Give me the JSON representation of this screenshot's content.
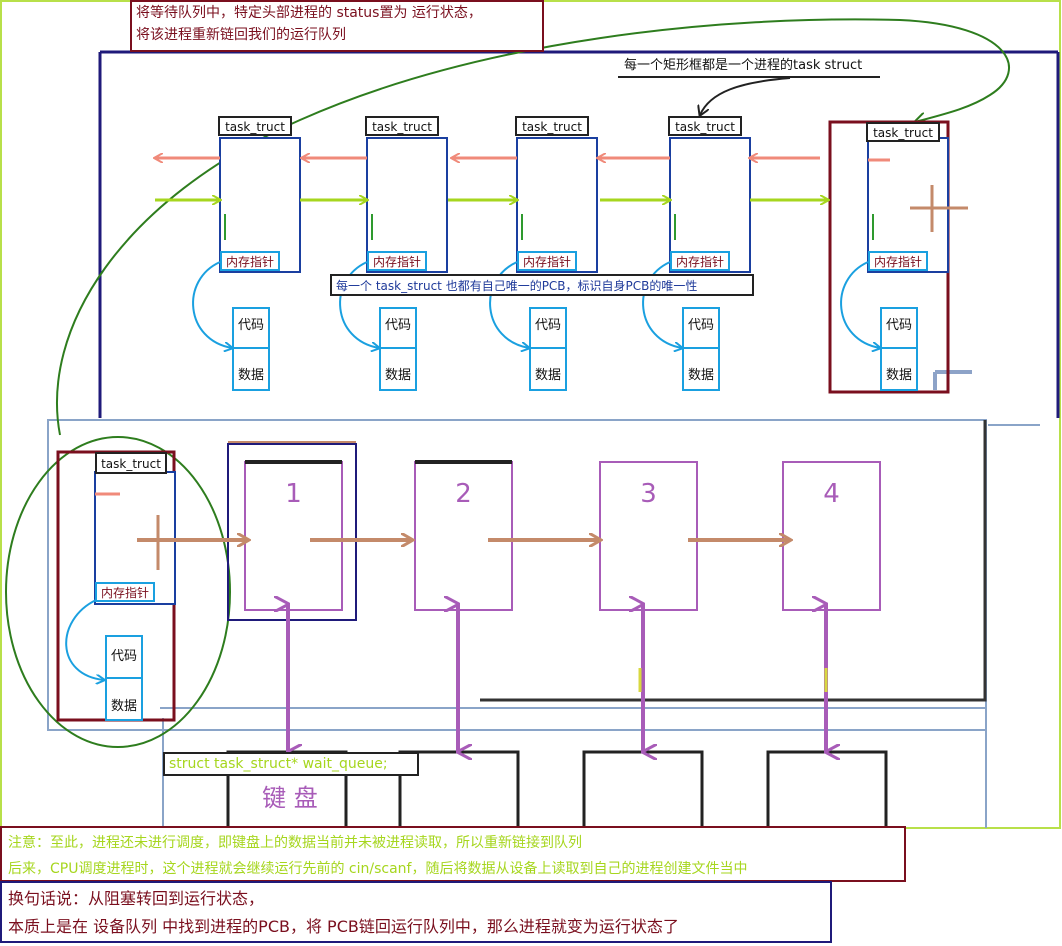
{
  "top_note": {
    "line1": "将等待队列中，特定头部进程的 status置为 运行状态，",
    "line2": "将该进程重新链回我们的运行队列"
  },
  "callout_task_struct": "每一个矩形框都是一个进程的task struct",
  "callout_pcb": "每一个 task_struct 也都有自己唯一的PCB，标识自身PCB的唯一性",
  "run_queue": {
    "nodes": [
      {
        "title": "task_truct",
        "pointer": "内存指针",
        "code": "代码",
        "data": "数据"
      },
      {
        "title": "task_truct",
        "pointer": "内存指针",
        "code": "代码",
        "data": "数据"
      },
      {
        "title": "task_truct",
        "pointer": "内存指针",
        "code": "代码",
        "data": "数据"
      },
      {
        "title": "task_truct",
        "pointer": "内存指针",
        "code": "代码",
        "data": "数据"
      },
      {
        "title": "task_truct",
        "pointer": "内存指针",
        "code": "代码",
        "data": "数据"
      }
    ]
  },
  "wait_queue": {
    "head": {
      "title": "task_truct",
      "pointer": "内存指针",
      "code": "代码",
      "data": "数据"
    },
    "numbers": [
      "1",
      "2",
      "3",
      "4"
    ],
    "label": "struct task_struct* wait_queue;",
    "device": "键 盘"
  },
  "note_green": {
    "line1": "注意：至此，进程还未进行调度，即键盘上的数据当前并未被进程读取，所以重新链接到队列",
    "line2": "后来，CPU调度进程时，这个进程就会继续运行先前的 cin/scanf，随后将数据从设备上读取到自己的进程创建文件当中"
  },
  "note_blue": {
    "line1": "换句话说：从阻塞转回到运行状态，",
    "line2": "本质上是在 设备队列 中找到进程的PCB，将 PCB链回运行队列中，那么进程就变为运行状态了"
  },
  "colors": {
    "accent_dark_red": "#7a0f1e",
    "green_line": "#5a9a1e",
    "lime_arrow": "#a6d61e",
    "salmon_arrow": "#f08a7a",
    "cyan": "#1aa0e0",
    "purple": "#a85cb8",
    "brown_arrow": "#c48a6a",
    "navy": "#1f1a7a"
  }
}
